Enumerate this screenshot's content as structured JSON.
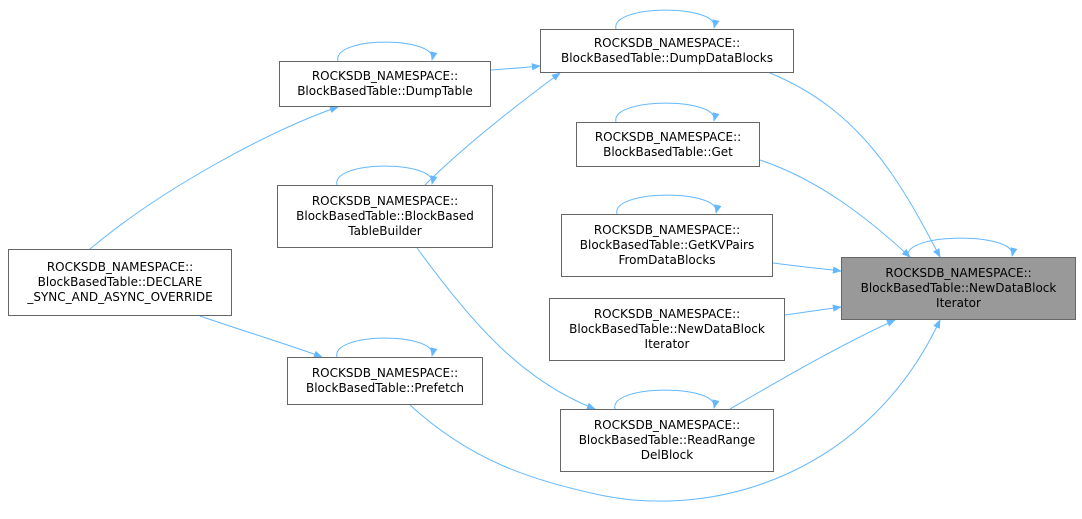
{
  "diagram": {
    "colors": {
      "edge": "#63b8ff",
      "node_border": "#666666",
      "node_fill": "#ffffff",
      "root_fill": "#999999"
    },
    "nodes": [
      {
        "id": "declare",
        "lines": [
          "ROCKSDB_NAMESPACE::",
          "BlockBasedTable::DECLARE",
          "_SYNC_AND_ASYNC_OVERRIDE"
        ]
      },
      {
        "id": "dumptable",
        "lines": [
          "ROCKSDB_NAMESPACE::",
          "BlockBasedTable::DumpTable"
        ]
      },
      {
        "id": "builder",
        "lines": [
          "ROCKSDB_NAMESPACE::",
          "BlockBasedTable::BlockBased",
          "TableBuilder"
        ]
      },
      {
        "id": "prefetch",
        "lines": [
          "ROCKSDB_NAMESPACE::",
          "BlockBasedTable::Prefetch"
        ]
      },
      {
        "id": "dumpdatablocks",
        "lines": [
          "ROCKSDB_NAMESPACE::",
          "BlockBasedTable::DumpDataBlocks"
        ]
      },
      {
        "id": "get",
        "lines": [
          "ROCKSDB_NAMESPACE::",
          "BlockBasedTable::Get"
        ]
      },
      {
        "id": "getkvpairs",
        "lines": [
          "ROCKSDB_NAMESPACE::",
          "BlockBasedTable::GetKVPairs",
          "FromDataBlocks"
        ]
      },
      {
        "id": "newdbi2",
        "lines": [
          "ROCKSDB_NAMESPACE::",
          "BlockBasedTable::NewDataBlock",
          "Iterator"
        ]
      },
      {
        "id": "readrange",
        "lines": [
          "ROCKSDB_NAMESPACE::",
          "BlockBasedTable::ReadRange",
          "DelBlock"
        ]
      },
      {
        "id": "root",
        "lines": [
          "ROCKSDB_NAMESPACE::",
          "BlockBasedTable::NewDataBlock",
          "Iterator"
        ]
      }
    ],
    "edges": [
      {
        "from": "declare",
        "to": "dumptable"
      },
      {
        "from": "declare",
        "to": "prefetch"
      },
      {
        "from": "dumptable",
        "to": "dumpdatablocks"
      },
      {
        "from": "builder",
        "to": "dumpdatablocks"
      },
      {
        "from": "builder",
        "to": "readrange"
      },
      {
        "from": "prefetch",
        "to": "root"
      },
      {
        "from": "dumpdatablocks",
        "to": "root"
      },
      {
        "from": "get",
        "to": "root"
      },
      {
        "from": "getkvpairs",
        "to": "root"
      },
      {
        "from": "newdbi2",
        "to": "root"
      },
      {
        "from": "readrange",
        "to": "root"
      },
      {
        "from": "dumptable",
        "to": "dumptable"
      },
      {
        "from": "builder",
        "to": "builder"
      },
      {
        "from": "prefetch",
        "to": "prefetch"
      },
      {
        "from": "dumpdatablocks",
        "to": "dumpdatablocks"
      },
      {
        "from": "get",
        "to": "get"
      },
      {
        "from": "getkvpairs",
        "to": "getkvpairs"
      },
      {
        "from": "readrange",
        "to": "readrange"
      },
      {
        "from": "root",
        "to": "root"
      }
    ]
  }
}
